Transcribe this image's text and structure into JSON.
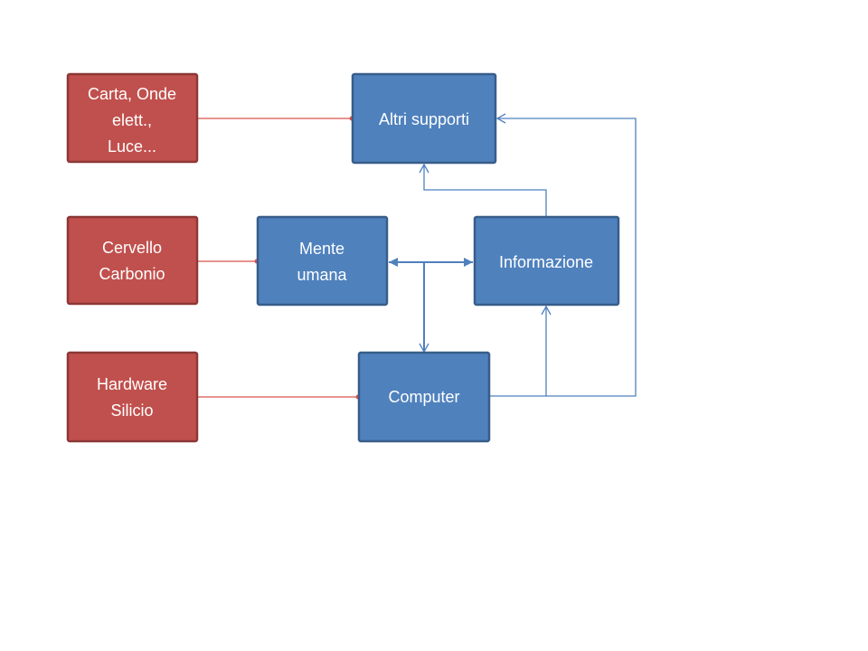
{
  "diagram": {
    "substrates": {
      "carta": [
        "Carta, Onde",
        "elett.,",
        "Luce..."
      ],
      "cervello": [
        "Cervello",
        "Carbonio"
      ],
      "hardware": [
        "Hardware",
        "Silicio"
      ]
    },
    "nodes": {
      "altri_supporti": [
        "Altri supporti"
      ],
      "mente_umana": [
        "Mente",
        "umana"
      ],
      "informazione": [
        "Informazione"
      ],
      "computer": [
        "Computer"
      ]
    },
    "colors": {
      "substrate": "#c0504d",
      "node": "#4f81bd",
      "link": "#4f81bd",
      "red_link": "#d9534f"
    }
  }
}
